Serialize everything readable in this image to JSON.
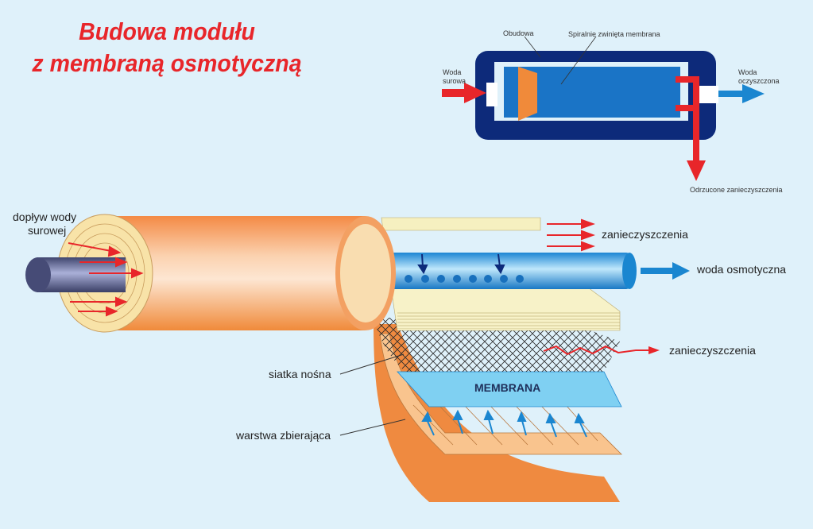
{
  "title": {
    "line1": "Budowa modułu",
    "line2": "z membraną osmotyczną"
  },
  "inset": {
    "housing": "Obudowa",
    "membrane": "Spiralnie zwinięta membrana",
    "raw_water_1": "Woda",
    "raw_water_2": "surowa",
    "purified_1": "Woda",
    "purified_2": "oczyszczona",
    "rejected": "Odrzucone zanieczyszczenia"
  },
  "main": {
    "inflow_1": "dopływ wody",
    "inflow_2": "surowej",
    "contaminants_top": "zanieczyszczenia",
    "osmotic_water": "woda osmotyczna",
    "contaminants_mid": "zanieczyszczenia",
    "support_mesh": "siatka nośna",
    "membrane": "MEMBRANA",
    "collecting_layer": "warstwa zbierająca"
  },
  "colors": {
    "title": "#e8262a",
    "housing": "#0d2a7a",
    "membrane_blue": "#1a74c6",
    "orange": "#f08a3a",
    "arrow_red": "#e8262a",
    "arrow_blue": "#1a86d0",
    "background": "#dff1fa"
  }
}
